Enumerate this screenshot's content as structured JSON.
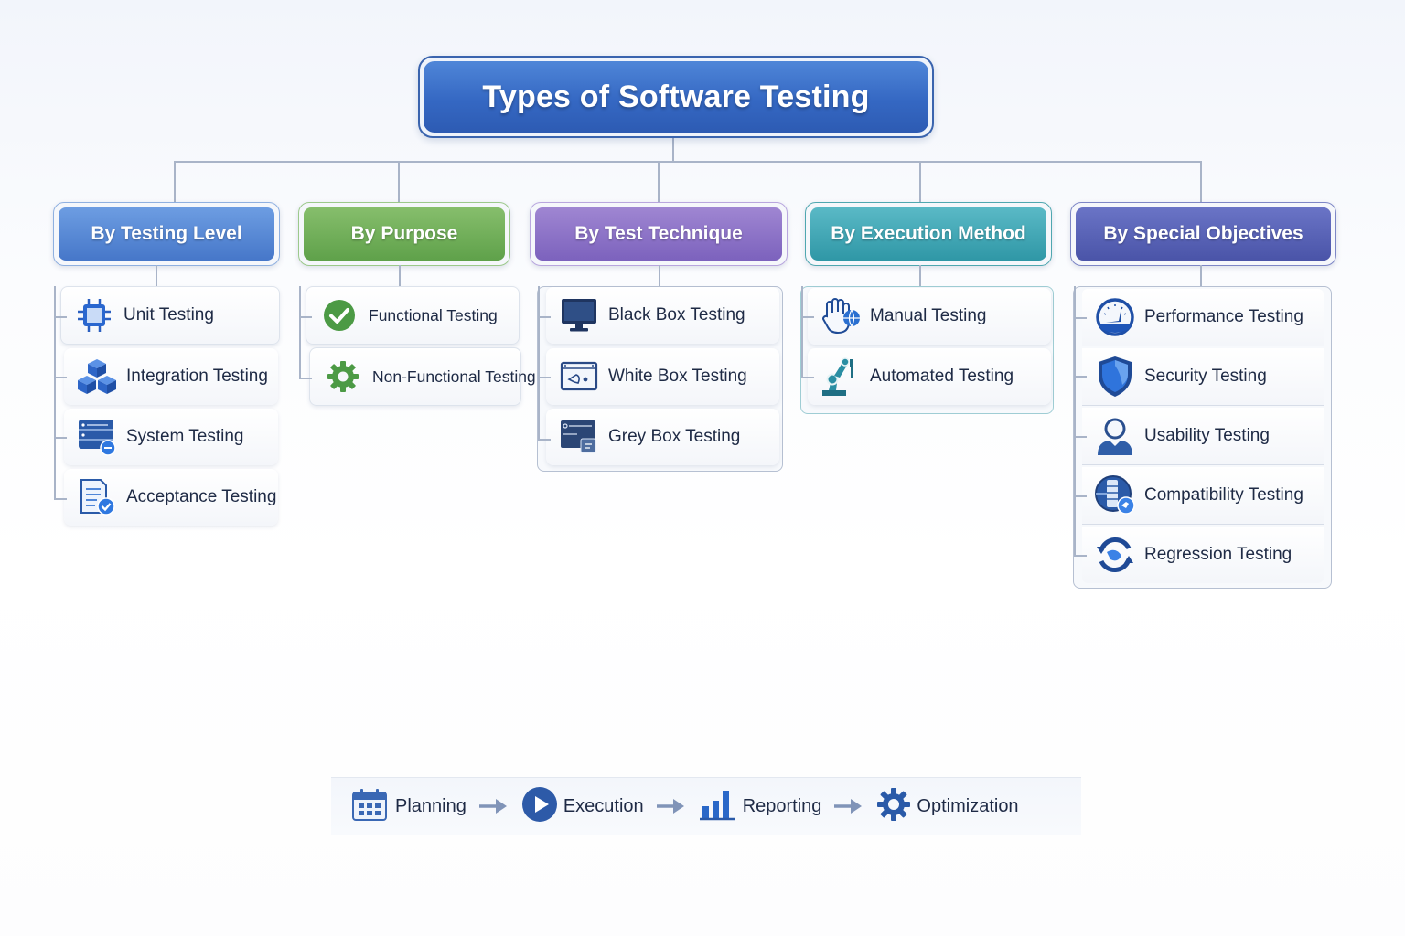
{
  "title": "Types of Software Testing",
  "categories": [
    {
      "label": "By Testing Level",
      "color": "#4f84d3",
      "items": [
        {
          "label": "Unit Testing",
          "icon": "chip-icon"
        },
        {
          "label": "Integration Testing",
          "icon": "cubes-icon"
        },
        {
          "label": "System Testing",
          "icon": "server-icon"
        },
        {
          "label": "Acceptance Testing",
          "icon": "document-check-icon"
        }
      ]
    },
    {
      "label": "By Purpose",
      "color": "#6aaa52",
      "items": [
        {
          "label": "Functional Testing",
          "icon": "check-circle-icon"
        },
        {
          "label": "Non-Functional Testing",
          "icon": "gear-icon"
        }
      ]
    },
    {
      "label": "By Test Technique",
      "color": "#8a6cc4",
      "items": [
        {
          "label": "Black Box Testing",
          "icon": "monitor-icon"
        },
        {
          "label": "White Box Testing",
          "icon": "window-code-icon"
        },
        {
          "label": "Grey Box Testing",
          "icon": "panel-layers-icon"
        }
      ]
    },
    {
      "label": "By Execution Method",
      "color": "#3aa3b2",
      "items": [
        {
          "label": "Manual Testing",
          "icon": "hand-globe-icon"
        },
        {
          "label": "Automated Testing",
          "icon": "robot-arm-icon"
        }
      ]
    },
    {
      "label": "By Special Objectives",
      "color": "#5560b4",
      "items": [
        {
          "label": "Performance Testing",
          "icon": "gauge-icon"
        },
        {
          "label": "Security Testing",
          "icon": "shield-icon"
        },
        {
          "label": "Usability Testing",
          "icon": "user-icon"
        },
        {
          "label": "Compatibility Testing",
          "icon": "globe-compat-icon"
        },
        {
          "label": "Regression Testing",
          "icon": "refresh-icon"
        }
      ]
    }
  ],
  "flow": {
    "steps": [
      {
        "label": "Planning",
        "icon": "calendar-icon"
      },
      {
        "label": "Execution",
        "icon": "play-icon"
      },
      {
        "label": "Reporting",
        "icon": "bar-chart-icon"
      },
      {
        "label": "Optimization",
        "icon": "gear-icon"
      }
    ],
    "arrow_icon": "arrow-right-icon"
  }
}
